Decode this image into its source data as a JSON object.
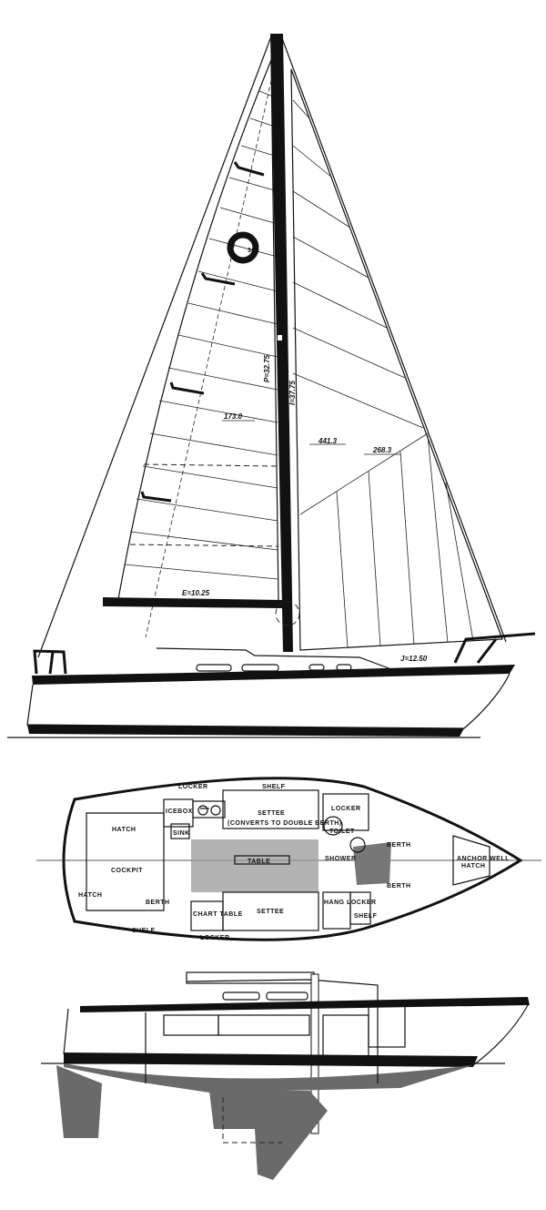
{
  "sail_plan": {
    "insignia": "30",
    "main_area": "173.0",
    "foretriangle_area": "441.3",
    "jib_area": "268.3",
    "dim_p": "P=32.75",
    "dim_i": "I=37.75",
    "dim_e": "E=10.25",
    "dim_j": "J=12.50"
  },
  "deck_plan": {
    "labels": {
      "locker_port": "LOCKER",
      "shelf_port": "SHELF",
      "settee_port": "SETTEE",
      "settee_note": "(CONVERTS TO DOUBLE BERTH)",
      "icebox": "ICEBOX",
      "sink": "SINK",
      "hatch_aft": "HATCH",
      "cockpit": "COCKPIT",
      "hatch_lazarette": "HATCH",
      "berth_aft": "BERTH",
      "table": "TABLE",
      "locker_fwd": "LOCKER",
      "toilet": "TOILET",
      "shower": "SHOWER",
      "berth_vee_port": "BERTH",
      "berth_vee_stbd": "BERTH",
      "anchor_well": "ANCHOR WELL",
      "anchor_hatch": "HATCH",
      "hang_locker": "HANG LOCKER",
      "shelf_fwd": "SHELF",
      "chart_table": "CHART TABLE",
      "settee_stbd": "SETTEE",
      "shelf_stbd": "SHELF",
      "locker_stbd": "LOCKER"
    }
  },
  "colors": {
    "ink": "#111111",
    "paper": "#ffffff",
    "hull_gray": "#6a6a6a",
    "sole_gray": "#9a9a9a"
  }
}
